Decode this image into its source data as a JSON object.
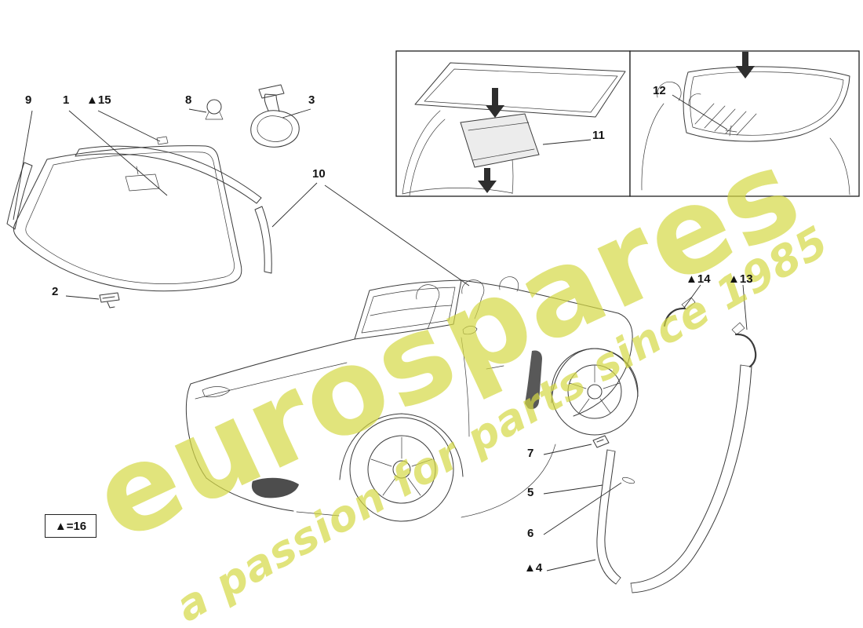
{
  "watermark": {
    "brand": "eurospares",
    "tagline": "a passion for parts since 1985",
    "color": "#d5d945"
  },
  "legend": {
    "label": "▲=16"
  },
  "callouts": {
    "c1": "1",
    "c2": "2",
    "c3": "3",
    "c4": "▲4",
    "c5": "5",
    "c6": "6",
    "c7": "7",
    "c8": "8",
    "c9": "9",
    "c10": "10",
    "c11": "11",
    "c12": "12",
    "c13": "▲13",
    "c14": "▲14",
    "c15": "▲15"
  },
  "line_color": "#3b3b3b"
}
